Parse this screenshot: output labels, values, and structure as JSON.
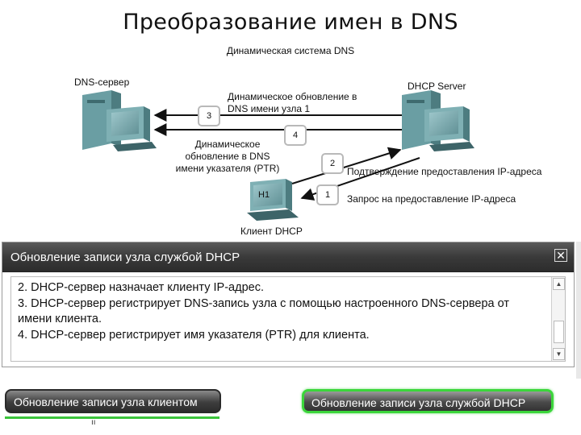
{
  "slide": {
    "title": "Преобразование имен в DNS"
  },
  "diagram": {
    "subtitle": "Динамическая система DNS",
    "dns_server_label": "DNS-сервер",
    "dhcp_server_label": "DHCP Server",
    "client_label": "Клиент DHCP",
    "client_host": "H1",
    "steps": [
      {
        "num": "1",
        "text": "Запрос на предоставление IP-адреса"
      },
      {
        "num": "2",
        "text": "Подтверждение предоставления IP-адреса"
      },
      {
        "num": "3",
        "text_line1": "Динамическое обновление в",
        "text_line2": "DNS имени узла 1"
      },
      {
        "num": "4",
        "text_line1": "Динамическое",
        "text_line2": "обновление в DNS",
        "text_line3": "имени указателя (PTR)"
      }
    ]
  },
  "dialog": {
    "title": "Обновление записи узла службой DHCP",
    "close_label": "✕",
    "lines": [
      "2. DHCP-сервер назначает клиенту IP-адрес.",
      "3. DHCP-сервер регистрирует DNS-запись узла с помощью настроенного DNS-сервера от",
      "имени клиента.",
      "4. DHCP-сервер регистрирует имя указателя (PTR) для клиента."
    ]
  },
  "buttons": {
    "client_update": "Обновление записи узла клиентом",
    "dhcp_update": "Обновление записи узла службой DHCP"
  },
  "colors": {
    "active_button_border": "#3bd63b",
    "dialog_header": "#3a3a3a",
    "computer_body": "#5f9a9f"
  }
}
